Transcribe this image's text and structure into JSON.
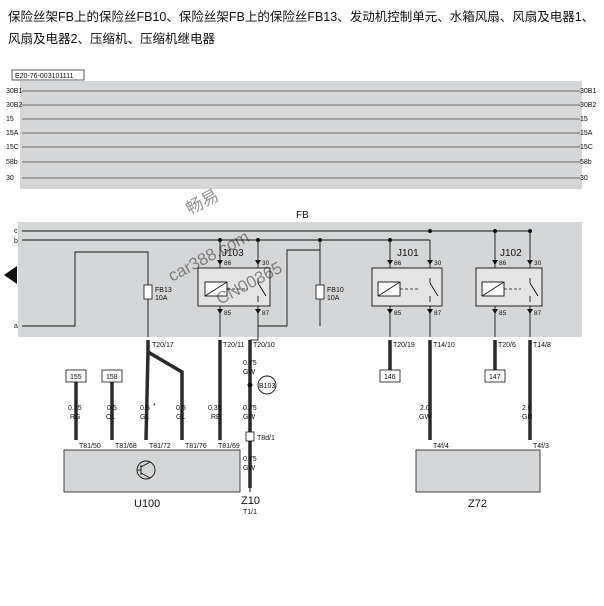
{
  "title": "保险丝架FB上的保险丝FB10、保险丝架FB上的保险丝FB13、发动机控制单元、水箱风扇、风扇及电器1、风扇及电器2、压缩机、压缩机继电器",
  "diagram_id": "E20-76-003101111",
  "bus_lines": [
    {
      "left": "30B1",
      "right": "30B1"
    },
    {
      "left": "30B2",
      "right": "30B2"
    },
    {
      "left": "15",
      "right": "15"
    },
    {
      "left": "15A",
      "right": "15A"
    },
    {
      "left": "15C",
      "right": "15C"
    },
    {
      "left": "58b",
      "right": "58b"
    },
    {
      "left": "30",
      "right": "30"
    }
  ],
  "watermark": {
    "brand": "畅易",
    "site": "car388.com",
    "id": "CN00365"
  },
  "fuse_box": {
    "label": "FB",
    "rail_c": "c",
    "rail_b": "b",
    "rail_a": "a"
  },
  "fuses": {
    "fb13": {
      "name": "FB13",
      "rating": "10A"
    },
    "fb10": {
      "name": "FB10",
      "rating": "10A"
    }
  },
  "relays": {
    "j103": {
      "name": "J103",
      "pin_86": "86",
      "pin_30": "30",
      "pin_85": "85",
      "pin_87": "87"
    },
    "j101": {
      "name": "J101",
      "pin_86": "86",
      "pin_30": "30",
      "pin_85": "85",
      "pin_87": "87"
    },
    "j102": {
      "name": "J102",
      "pin_86": "86",
      "pin_30": "30",
      "pin_85": "85",
      "pin_87": "87"
    }
  },
  "connectors": {
    "t20_17": "T20/17",
    "t20_11": "T20/11",
    "t20_10": "T20/10",
    "t20_19": "T20/19",
    "t14_10": "T14/10",
    "t20_6": "T20/6",
    "t14_8": "T14/8",
    "t81_50": "T81/50",
    "t81_68": "T81/68",
    "t81_72": "T81/72",
    "t81_76": "T81/76",
    "t81_69": "T81/69",
    "t8d_1": "T8d/1",
    "t4f_4": "T4f/4",
    "t4f_3": "T4f/3",
    "t1_1": "T1/1"
  },
  "refs": {
    "r155": "155",
    "r158": "158",
    "r146": "146",
    "r147": "147"
  },
  "splice": "B103",
  "wires": {
    "w1": {
      "size": "0.35",
      "color": "RG"
    },
    "w2": {
      "size": "0.5",
      "color": "OL"
    },
    "w3": {
      "size": "0.5",
      "mark": "*",
      "color": "GL"
    },
    "w4": {
      "size": "0.5",
      "color": "GL"
    },
    "w5": {
      "size": "0.35",
      "color": "RB"
    },
    "w6": {
      "size": "0.75",
      "color": "GW"
    },
    "w7": {
      "size": "0.75",
      "color": "GW"
    },
    "w8": {
      "size": "0.75",
      "color": "GW"
    },
    "w9": {
      "size": "2.0",
      "color": "GW"
    },
    "w10": {
      "size": "2.0",
      "color": "GR"
    }
  },
  "components": {
    "ecu": "U100",
    "ground": "Z10",
    "compressor": "Z72"
  }
}
